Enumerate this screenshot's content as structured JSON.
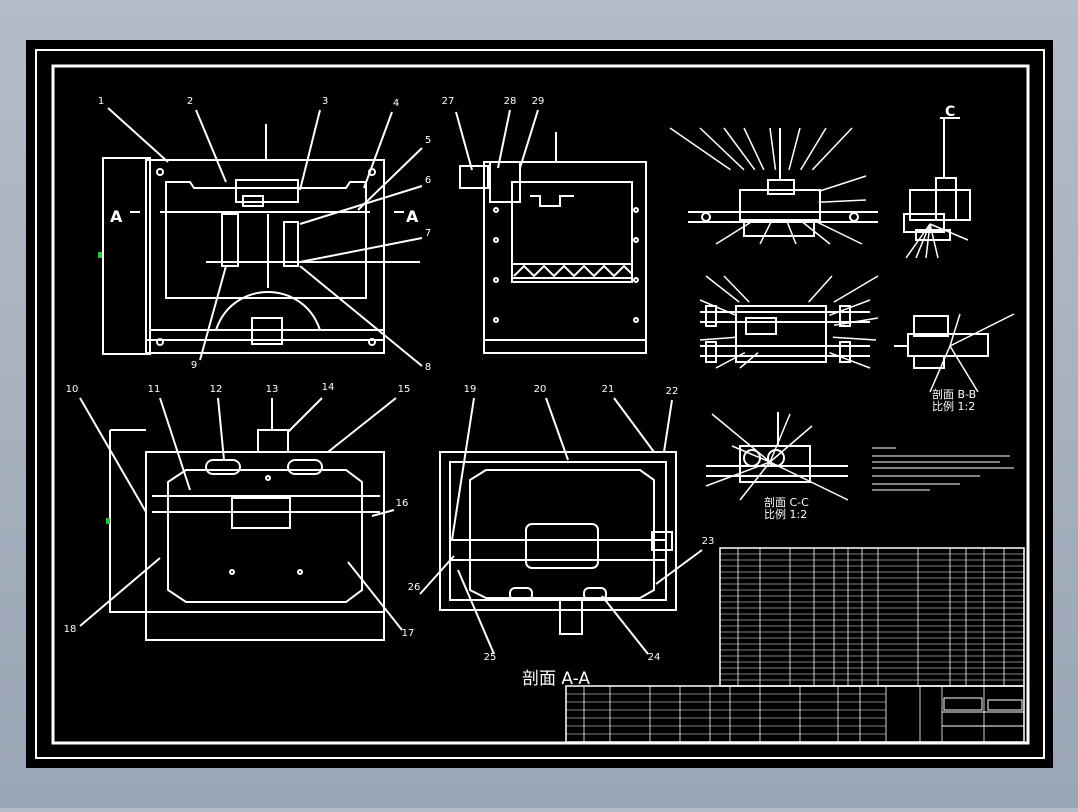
{
  "colors": {
    "background": "#9aa6b6",
    "sheet": "#000000",
    "line": "#ffffff",
    "marker": "#2dbf3a"
  },
  "drawing": {
    "balloons": [
      "1",
      "2",
      "3",
      "4",
      "5",
      "6",
      "7",
      "8",
      "9",
      "10",
      "11",
      "12",
      "13",
      "14",
      "15",
      "16",
      "17",
      "18",
      "19",
      "20",
      "21",
      "22",
      "23",
      "24",
      "25",
      "26",
      "27",
      "28",
      "29"
    ],
    "section_a_caption": "剖面  A-A",
    "section_a_mark_left": "A",
    "section_a_mark_right": "A",
    "section_c_mark": "C",
    "section_b_caption": "剖面 B-B",
    "section_b_scale": "比例 1:2",
    "section_c_caption": "剖面 C-C",
    "section_c_scale": "比例 1:2"
  }
}
